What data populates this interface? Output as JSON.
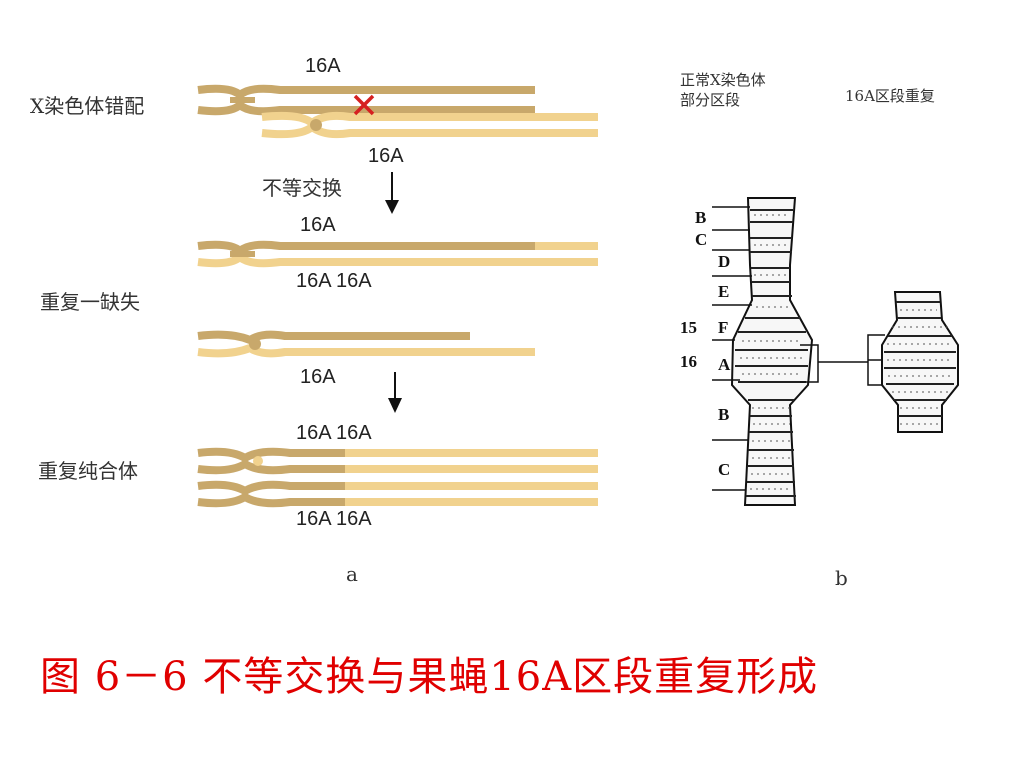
{
  "panel_a": {
    "row1_label": "X染色体错配",
    "row1_top_tag": "16A",
    "row1_bottom_tag": "16A",
    "arrow1_label": "不等交换",
    "row2_label": "重复一缺失",
    "row2_top_tag": "16A",
    "row2_mid_tag": "16A 16A",
    "row2_bottom_tag": "16A",
    "row3_label": "重复纯合体",
    "row3_top_tag": "16A 16A",
    "row3_bottom_tag": "16A 16A",
    "sublabel": "a"
  },
  "panel_b": {
    "legend_left_line1": "正常X染色体",
    "legend_left_line2": "部分区段",
    "legend_right": "16A区段重复",
    "bands": [
      "B",
      "C",
      "D",
      "E",
      "F",
      "A",
      "B",
      "C"
    ],
    "division_labels": [
      "15",
      "16"
    ],
    "sublabel": "b"
  },
  "caption": "图 6－6 不等交换与果蝇16A区段重复形成",
  "colors": {
    "chromatid_dark": "#c8a86b",
    "chromatid_light": "#f1d28e",
    "mark_red": "#d62020",
    "caption_red": "#e00000"
  }
}
